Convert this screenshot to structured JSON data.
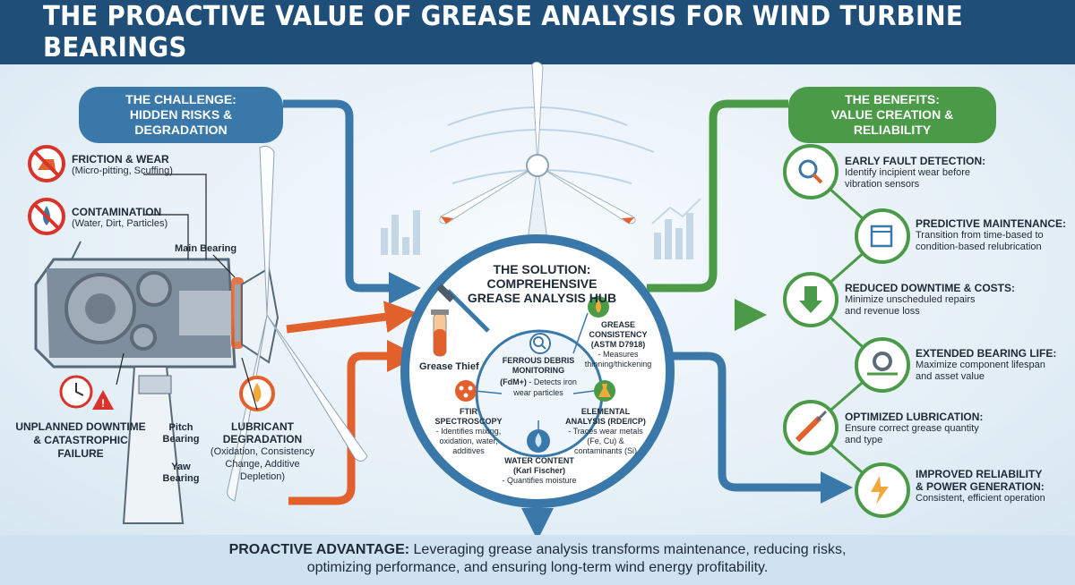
{
  "title": "THE PROACTIVE VALUE OF GREASE ANALYSIS FOR WIND TURBINE BEARINGS",
  "challenge": {
    "heading_line1": "THE CHALLENGE:",
    "heading_line2": "HIDDEN RISKS & DEGRADATION",
    "risks": [
      {
        "title": "FRICTION & WEAR",
        "detail": "(Micro-pitting, Scuffing)",
        "icon": "no-wear-icon"
      },
      {
        "title": "CONTAMINATION",
        "detail": "(Water, Dirt, Particles)",
        "icon": "no-water-drop-icon"
      }
    ],
    "labels": {
      "main_bearing": "Main Bearing",
      "pitch_bearing_1": "Pitch",
      "pitch_bearing_2": "Bearing",
      "yaw_bearing_1": "Yaw",
      "yaw_bearing_2": "Bearing"
    },
    "downtime": {
      "line1": "UNPLANNED DOWNTIME",
      "line2": "& CATASTROPHIC",
      "line3": "FAILURE"
    },
    "lubricant": {
      "title1": "LUBRICANT",
      "title2": "DEGRADATION",
      "d1": "(Oxidation, Consistency",
      "d2": "Change, Additive",
      "d3": "Depletion)"
    }
  },
  "solution": {
    "title1": "THE SOLUTION:",
    "title2": "COMPREHENSIVE",
    "title3": "GREASE ANALYSIS HUB",
    "grease_thief": "Grease Thief",
    "ferrous": {
      "t1": "FERROUS DEBRIS",
      "t2": "MONITORING",
      "t3": "(FdM+)",
      "d1": "- Detects iron",
      "d2": "wear particles"
    },
    "consistency": {
      "t1": "GREASE",
      "t2": "CONSISTENCY",
      "t3": "(ASTM D7918)",
      "d1": "- Measures",
      "d2": "thinning/thickening"
    },
    "ftir": {
      "t1": "FTIR",
      "t2": "SPECTROSCOPY",
      "d1": "- Identifies mixing,",
      "d2": "oxidation, water,",
      "d3": "additives"
    },
    "elemental": {
      "t1": "ELEMENTAL",
      "t2": "ANALYSIS (RDE/ICP)",
      "d1": "- Traces wear metals",
      "d2": "(Fe, Cu) &",
      "d3": "contaminants (Si)"
    },
    "water": {
      "t1": "WATER CONTENT",
      "t2": "(Karl Fischer)",
      "d1": "- Quantifies moisture"
    }
  },
  "benefits": {
    "heading_line1": "THE BENEFITS:",
    "heading_line2": "VALUE CREATION & RELIABILITY",
    "items": [
      {
        "title": "EARLY FAULT DETECTION:",
        "d1": "Identify incipient wear before",
        "d2": "vibration sensors",
        "icon": "magnifier-icon"
      },
      {
        "title": "PREDICTIVE MAINTENANCE:",
        "d1": "Transition from time-based to",
        "d2": "condition-based relubrication",
        "icon": "calendar-icon"
      },
      {
        "title": "REDUCED DOWNTIME & COSTS:",
        "d1": "Minimize unscheduled repairs",
        "d2": "and revenue loss",
        "icon": "dollar-down-icon"
      },
      {
        "title": "EXTENDED BEARING LIFE:",
        "d1": "Maximize component lifespan",
        "d2": "and asset value",
        "icon": "gear-arrow-icon"
      },
      {
        "title": "OPTIMIZED LUBRICATION:",
        "d1": "Ensure correct grease quantity",
        "d2": "and type",
        "icon": "grease-gun-icon"
      },
      {
        "title1": "IMPROVED RELIABILITY",
        "title2": "& POWER GENERATION:",
        "d1": "Consistent, efficient operation",
        "icon": "lightning-growth-icon"
      }
    ]
  },
  "footer": {
    "lead": "PROACTIVE ADVANTAGE:",
    "line1": "Leveraging grease analysis transforms maintenance, reducing risks,",
    "line2": "optimizing performance, and ensuring long-term wind energy profitability."
  },
  "colors": {
    "navy": "#1f4e79",
    "blue": "#3a78a9",
    "green": "#4a9a48",
    "orange": "#e1602b",
    "red": "#d9342b"
  }
}
